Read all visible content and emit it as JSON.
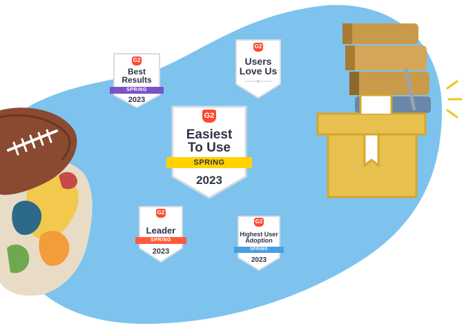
{
  "badges": {
    "best_results": {
      "title_line1": "Best",
      "title_line2": "Results",
      "season": "SPRING",
      "year": "2023",
      "ribbon_color": "#7b52c9"
    },
    "users_love_us": {
      "title_line1": "Users",
      "title_line2": "Love Us"
    },
    "easiest_to_use": {
      "title_line1": "Easiest",
      "title_line2": "To Use",
      "season": "SPRING",
      "year": "2023",
      "ribbon_color": "#ffd200"
    },
    "leader": {
      "title_line1": "Leader",
      "season": "SPRING",
      "year": "2023",
      "ribbon_color": "#ff5a3c"
    },
    "highest_user_adoption": {
      "title_line1": "Highest User",
      "title_line2": "Adoption",
      "season": "SPRING",
      "year": "2023",
      "ribbon_color": "#4a9fe0"
    }
  },
  "logo_text": "G2",
  "colors": {
    "blob": "#7dc3ee",
    "g2": "#ff492c",
    "gift": "#e7c04f",
    "gift_stroke": "#d4a72a"
  },
  "decorations": [
    "football",
    "painting",
    "books",
    "gift-box"
  ]
}
